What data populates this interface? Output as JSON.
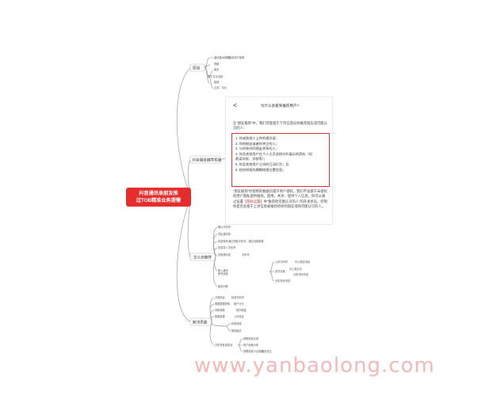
{
  "root": {
    "line1": "抖音通讯录朋友推",
    "line2": "过TOB精准业务提需"
  },
  "branches": [
    {
      "label": "原因"
    },
    {
      "label": "抖音朋友推荐机制"
    },
    {
      "label": "怎么去推荐"
    },
    {
      "label": "解决思路"
    }
  ],
  "card": {
    "back": "<",
    "title": "为什么会看到推荐用户?",
    "intro": "在“朋友推荐”中，我们可能基于下列信息向你推荐朋友或可能认识的人：",
    "items": [
      "1. 你或其他人上传的通讯录；",
      "2. 你的粉丝或者你关注的人；",
      "3. 与你有共同朋友关系的人；",
      "4. 你及其他用户在个人主页选择对外展示的资料（如",
      "   就读学校、学校等）；",
      "5. 你及其他用户之间的互动行为；及",
      "6. 经你授权的模糊地理位置信息。"
    ],
    "foot_before": "“朋友推荐”所使用的数据均基于用户授权，我们不会基于未授权的用户隐私提供推荐。使用、共享、提供个人信息，你可以通过设置",
    "foot_link": "【隐私设置】",
    "foot_after": "中“推荐给可能认识的人”的开关状态，控制你是否会基于上述信息被推荐给你的朋友或你可能认识的人。"
  },
  "leaves": {
    "b1": [
      "1. 通讯录/手机号",
      "可能是用户推荐",
      "视频",
      "基于共享设置",
      "朋友",
      "推荐",
      "互关、评论"
    ],
    "b3": [
      "确认手机号",
      "导出通讯录",
      "检查账号",
      "通过获取手机号，通过设置推荐",
      "批量导入手机号",
      "查看通讯录",
      "手机号",
      "刷入通讯",
      "上传中间号",
      "可以推送消息",
      "首次设置",
      "并上报点击",
      "账号运营",
      "手机号码内容",
      "朋友列表"
    ],
    "b4": [
      "方案验证",
      "精准手机号",
      "根据数据获取",
      "用户行为",
      "采集获取",
      "提升覆盖",
      "数据处理",
      "上传验证",
      "精准筛选",
      "推送触达",
      "手机号批量检测",
      "获取精准名单",
      "用户画像分析",
      "按照精准行业推送",
      "转化成交"
    ]
  }
}
